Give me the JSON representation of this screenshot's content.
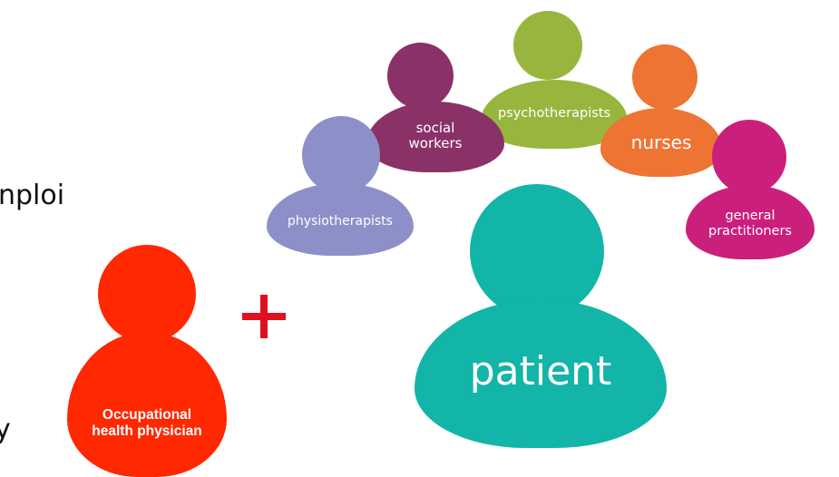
{
  "fragments": {
    "top": "nploi",
    "bottom": "y"
  },
  "plus_symbol": "+",
  "people": {
    "patient": {
      "label": "patient",
      "color": "#12B5A8"
    },
    "psychotherapists": {
      "label": "psychotherapists",
      "color": "#98B63E"
    },
    "social_workers": {
      "line1": "social",
      "line2": "workers",
      "color": "#8A3168"
    },
    "nurses": {
      "label": "nurses",
      "color": "#EE7434"
    },
    "physiotherapists": {
      "label": "physiotherapists",
      "color": "#8D90C8"
    },
    "general_practitioners": {
      "line1": "general",
      "line2": "practitioners",
      "color": "#CB1F7C"
    },
    "occupational_physician": {
      "line1": "Occupational",
      "line2": "health physician",
      "color": "#FF2800"
    }
  },
  "colors": {
    "plus": "#E0101E"
  }
}
